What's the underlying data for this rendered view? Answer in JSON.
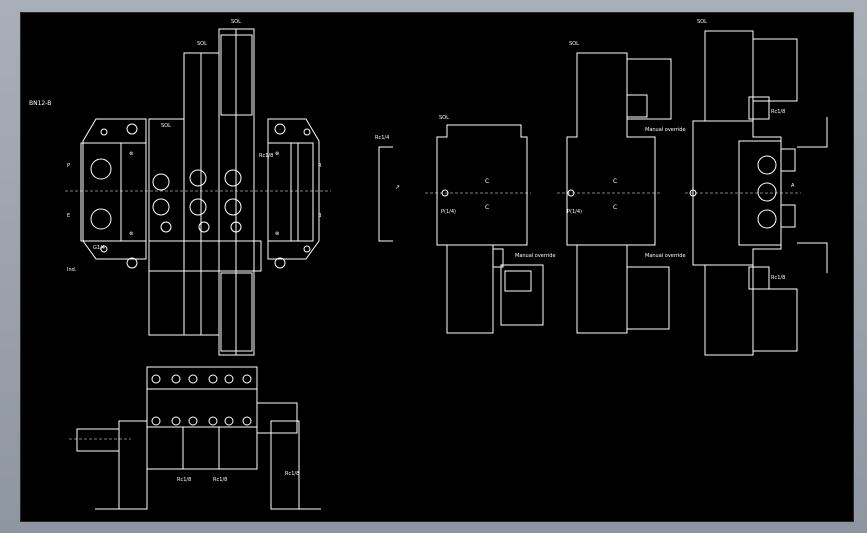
{
  "drawing": {
    "view_label": "BN12-B",
    "labels": {
      "l1": "G1/4",
      "l2": "Rc1/8",
      "l3": "Manual override",
      "l4": "Ind.",
      "l5": "P",
      "l6": "E",
      "l7": "R",
      "l8": "B",
      "l9": "A"
    }
  },
  "colors": {
    "background": "#000000",
    "lines": "#ffffff",
    "frame": "#9aa1ab"
  }
}
